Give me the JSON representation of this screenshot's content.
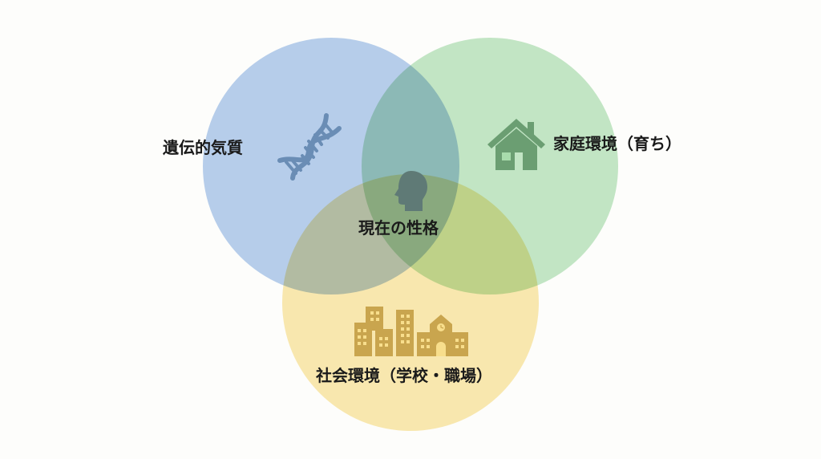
{
  "diagram": {
    "type": "venn",
    "circles": [
      {
        "id": "genetic",
        "label": "遺伝的気質",
        "icon": "dna-icon",
        "color": "#96b8e6"
      },
      {
        "id": "family",
        "label": "家庭環境（育ち）",
        "icon": "house-icon",
        "color": "#a8dcac"
      },
      {
        "id": "social",
        "label": "社会環境（学校・職場）",
        "icon": "city-buildings-icon",
        "color": "#f8de8c"
      }
    ],
    "center": {
      "label": "現在の性格",
      "icon": "head-profile-icon"
    },
    "icon_colors": {
      "dna": "#6a8db5",
      "house": "#6b9e72",
      "head": "#5f7a76",
      "buildings": "#c9a54e"
    }
  }
}
